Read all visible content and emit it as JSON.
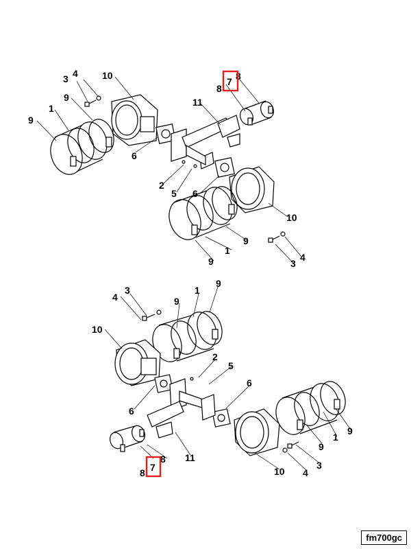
{
  "diagram": {
    "code": "fm700gc",
    "highlight_color": "#e02020",
    "highlighted_part": "7",
    "callouts": [
      "1",
      "2",
      "3",
      "4",
      "5",
      "6",
      "7",
      "8",
      "9",
      "10",
      "11"
    ]
  }
}
